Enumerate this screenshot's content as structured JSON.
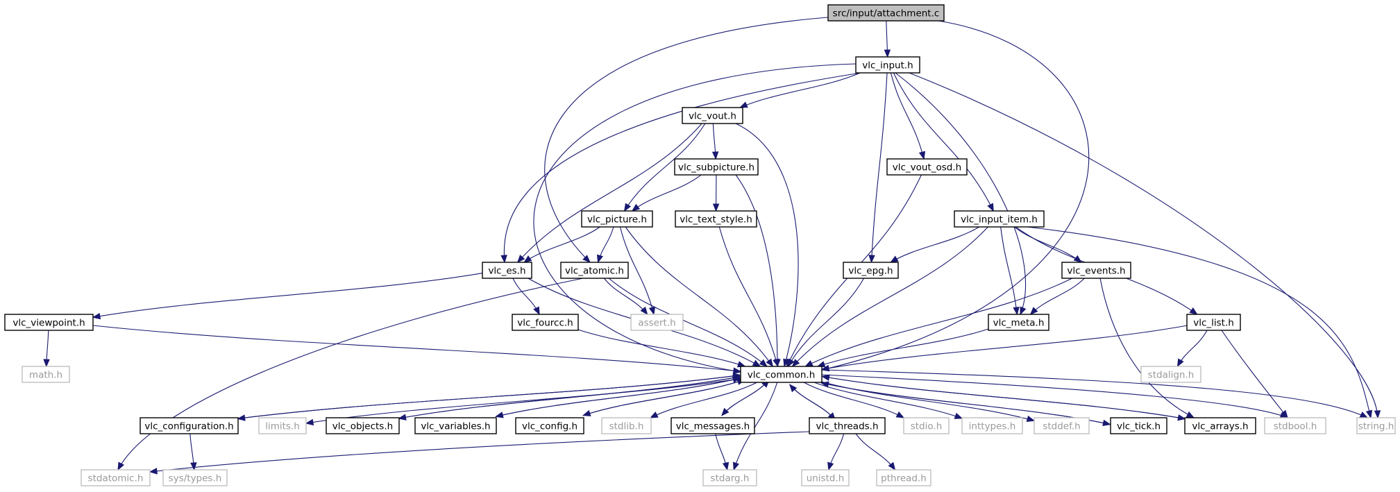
{
  "graph": {
    "colors": {
      "edge": "#191970",
      "root_fill": "#bfbfbf",
      "node_border": "#000000",
      "external_border": "#bfbfbf",
      "external_text": "#9a9a9a"
    },
    "nodes": [
      {
        "id": "attachment_c",
        "label": "src/input/attachment.c",
        "kind": "root"
      },
      {
        "id": "vlc_input_h",
        "label": "vlc_input.h",
        "kind": "defined"
      },
      {
        "id": "vlc_vout_h",
        "label": "vlc_vout.h",
        "kind": "defined"
      },
      {
        "id": "vlc_subpicture_h",
        "label": "vlc_subpicture.h",
        "kind": "defined"
      },
      {
        "id": "vlc_vout_osd_h",
        "label": "vlc_vout_osd.h",
        "kind": "defined"
      },
      {
        "id": "vlc_picture_h",
        "label": "vlc_picture.h",
        "kind": "defined"
      },
      {
        "id": "vlc_text_style_h",
        "label": "vlc_text_style.h",
        "kind": "defined"
      },
      {
        "id": "vlc_input_item_h",
        "label": "vlc_input_item.h",
        "kind": "defined"
      },
      {
        "id": "vlc_es_h",
        "label": "vlc_es.h",
        "kind": "defined"
      },
      {
        "id": "vlc_atomic_h",
        "label": "vlc_atomic.h",
        "kind": "defined"
      },
      {
        "id": "vlc_epg_h",
        "label": "vlc_epg.h",
        "kind": "defined"
      },
      {
        "id": "vlc_events_h",
        "label": "vlc_events.h",
        "kind": "defined"
      },
      {
        "id": "vlc_viewpoint_h",
        "label": "vlc_viewpoint.h",
        "kind": "defined"
      },
      {
        "id": "vlc_fourcc_h",
        "label": "vlc_fourcc.h",
        "kind": "defined"
      },
      {
        "id": "assert_h",
        "label": "assert.h",
        "kind": "external"
      },
      {
        "id": "vlc_meta_h",
        "label": "vlc_meta.h",
        "kind": "defined"
      },
      {
        "id": "vlc_list_h",
        "label": "vlc_list.h",
        "kind": "defined"
      },
      {
        "id": "math_h",
        "label": "math.h",
        "kind": "external"
      },
      {
        "id": "stdalign_h",
        "label": "stdalign.h",
        "kind": "external"
      },
      {
        "id": "vlc_common_h",
        "label": "vlc_common.h",
        "kind": "defined"
      },
      {
        "id": "vlc_configuration_h",
        "label": "vlc_configuration.h",
        "kind": "defined"
      },
      {
        "id": "limits_h",
        "label": "limits.h",
        "kind": "external"
      },
      {
        "id": "vlc_objects_h",
        "label": "vlc_objects.h",
        "kind": "defined"
      },
      {
        "id": "vlc_variables_h",
        "label": "vlc_variables.h",
        "kind": "defined"
      },
      {
        "id": "vlc_config_h",
        "label": "vlc_config.h",
        "kind": "defined"
      },
      {
        "id": "stdlib_h",
        "label": "stdlib.h",
        "kind": "external"
      },
      {
        "id": "vlc_messages_h",
        "label": "vlc_messages.h",
        "kind": "defined"
      },
      {
        "id": "vlc_threads_h",
        "label": "vlc_threads.h",
        "kind": "defined"
      },
      {
        "id": "stdio_h",
        "label": "stdio.h",
        "kind": "external"
      },
      {
        "id": "inttypes_h",
        "label": "inttypes.h",
        "kind": "external"
      },
      {
        "id": "stddef_h",
        "label": "stddef.h",
        "kind": "external"
      },
      {
        "id": "vlc_tick_h",
        "label": "vlc_tick.h",
        "kind": "defined"
      },
      {
        "id": "vlc_arrays_h",
        "label": "vlc_arrays.h",
        "kind": "defined"
      },
      {
        "id": "stdbool_h",
        "label": "stdbool.h",
        "kind": "external"
      },
      {
        "id": "string_h",
        "label": "string.h",
        "kind": "external"
      },
      {
        "id": "stdatomic_h",
        "label": "stdatomic.h",
        "kind": "external"
      },
      {
        "id": "sys_types_h",
        "label": "sys/types.h",
        "kind": "external"
      },
      {
        "id": "stdarg_h",
        "label": "stdarg.h",
        "kind": "external"
      },
      {
        "id": "unistd_h",
        "label": "unistd.h",
        "kind": "external"
      },
      {
        "id": "pthread_h",
        "label": "pthread.h",
        "kind": "external"
      }
    ],
    "edges": [
      {
        "from": "attachment_c",
        "to": "vlc_input_h"
      },
      {
        "from": "attachment_c",
        "to": "vlc_atomic_h"
      },
      {
        "from": "attachment_c",
        "to": "vlc_common_h"
      },
      {
        "from": "vlc_input_h",
        "to": "vlc_vout_h"
      },
      {
        "from": "vlc_input_h",
        "to": "vlc_es_h"
      },
      {
        "from": "vlc_input_h",
        "to": "vlc_common_h"
      },
      {
        "from": "vlc_input_h",
        "to": "vlc_epg_h"
      },
      {
        "from": "vlc_input_h",
        "to": "vlc_vout_osd_h"
      },
      {
        "from": "vlc_input_h",
        "to": "vlc_input_item_h"
      },
      {
        "from": "vlc_input_h",
        "to": "vlc_meta_h"
      },
      {
        "from": "vlc_input_h",
        "to": "string_h"
      },
      {
        "from": "vlc_vout_h",
        "to": "vlc_subpicture_h"
      },
      {
        "from": "vlc_vout_h",
        "to": "vlc_picture_h"
      },
      {
        "from": "vlc_vout_h",
        "to": "vlc_es_h"
      },
      {
        "from": "vlc_vout_h",
        "to": "vlc_common_h"
      },
      {
        "from": "vlc_subpicture_h",
        "to": "vlc_picture_h"
      },
      {
        "from": "vlc_subpicture_h",
        "to": "vlc_text_style_h"
      },
      {
        "from": "vlc_subpicture_h",
        "to": "vlc_common_h"
      },
      {
        "from": "vlc_picture_h",
        "to": "vlc_es_h"
      },
      {
        "from": "vlc_picture_h",
        "to": "vlc_atomic_h"
      },
      {
        "from": "vlc_picture_h",
        "to": "assert_h"
      },
      {
        "from": "vlc_picture_h",
        "to": "vlc_common_h"
      },
      {
        "from": "vlc_text_style_h",
        "to": "vlc_common_h"
      },
      {
        "from": "vlc_vout_osd_h",
        "to": "vlc_common_h"
      },
      {
        "from": "vlc_es_h",
        "to": "vlc_viewpoint_h"
      },
      {
        "from": "vlc_es_h",
        "to": "vlc_fourcc_h"
      },
      {
        "from": "vlc_es_h",
        "to": "vlc_common_h"
      },
      {
        "from": "vlc_atomic_h",
        "to": "assert_h"
      },
      {
        "from": "vlc_atomic_h",
        "to": "vlc_common_h"
      },
      {
        "from": "vlc_atomic_h",
        "to": "stdatomic_h"
      },
      {
        "from": "vlc_viewpoint_h",
        "to": "math_h"
      },
      {
        "from": "vlc_viewpoint_h",
        "to": "vlc_common_h"
      },
      {
        "from": "vlc_fourcc_h",
        "to": "vlc_common_h"
      },
      {
        "from": "vlc_input_item_h",
        "to": "vlc_epg_h"
      },
      {
        "from": "vlc_input_item_h",
        "to": "vlc_events_h"
      },
      {
        "from": "vlc_input_item_h",
        "to": "vlc_meta_h"
      },
      {
        "from": "vlc_input_item_h",
        "to": "vlc_list_h"
      },
      {
        "from": "vlc_input_item_h",
        "to": "vlc_common_h"
      },
      {
        "from": "vlc_input_item_h",
        "to": "string_h"
      },
      {
        "from": "vlc_epg_h",
        "to": "vlc_common_h"
      },
      {
        "from": "vlc_events_h",
        "to": "vlc_meta_h"
      },
      {
        "from": "vlc_events_h",
        "to": "vlc_common_h"
      },
      {
        "from": "vlc_events_h",
        "to": "vlc_arrays_h"
      },
      {
        "from": "vlc_meta_h",
        "to": "vlc_common_h"
      },
      {
        "from": "vlc_list_h",
        "to": "stdalign_h"
      },
      {
        "from": "vlc_list_h",
        "to": "stdbool_h"
      },
      {
        "from": "vlc_list_h",
        "to": "vlc_common_h"
      },
      {
        "from": "vlc_common_h",
        "to": "vlc_configuration_h"
      },
      {
        "from": "vlc_common_h",
        "to": "limits_h"
      },
      {
        "from": "vlc_common_h",
        "to": "vlc_objects_h"
      },
      {
        "from": "vlc_common_h",
        "to": "vlc_variables_h"
      },
      {
        "from": "vlc_common_h",
        "to": "vlc_config_h"
      },
      {
        "from": "vlc_common_h",
        "to": "stdlib_h"
      },
      {
        "from": "vlc_common_h",
        "to": "vlc_messages_h"
      },
      {
        "from": "vlc_common_h",
        "to": "vlc_threads_h"
      },
      {
        "from": "vlc_common_h",
        "to": "stdio_h"
      },
      {
        "from": "vlc_common_h",
        "to": "inttypes_h"
      },
      {
        "from": "vlc_common_h",
        "to": "stddef_h"
      },
      {
        "from": "vlc_common_h",
        "to": "vlc_tick_h"
      },
      {
        "from": "vlc_common_h",
        "to": "vlc_arrays_h"
      },
      {
        "from": "vlc_common_h",
        "to": "stdbool_h"
      },
      {
        "from": "vlc_common_h",
        "to": "string_h"
      },
      {
        "from": "vlc_common_h",
        "to": "stdarg_h"
      },
      {
        "from": "vlc_configuration_h",
        "to": "vlc_common_h"
      },
      {
        "from": "vlc_configuration_h",
        "to": "sys_types_h"
      },
      {
        "from": "vlc_objects_h",
        "to": "vlc_common_h"
      },
      {
        "from": "vlc_variables_h",
        "to": "vlc_common_h"
      },
      {
        "from": "vlc_config_h",
        "to": "vlc_common_h"
      },
      {
        "from": "vlc_messages_h",
        "to": "vlc_common_h"
      },
      {
        "from": "vlc_messages_h",
        "to": "stdarg_h"
      },
      {
        "from": "vlc_threads_h",
        "to": "vlc_common_h"
      },
      {
        "from": "vlc_threads_h",
        "to": "stdatomic_h"
      },
      {
        "from": "vlc_threads_h",
        "to": "unistd_h"
      },
      {
        "from": "vlc_threads_h",
        "to": "pthread_h"
      },
      {
        "from": "vlc_tick_h",
        "to": "vlc_common_h"
      },
      {
        "from": "vlc_arrays_h",
        "to": "vlc_common_h"
      }
    ]
  }
}
